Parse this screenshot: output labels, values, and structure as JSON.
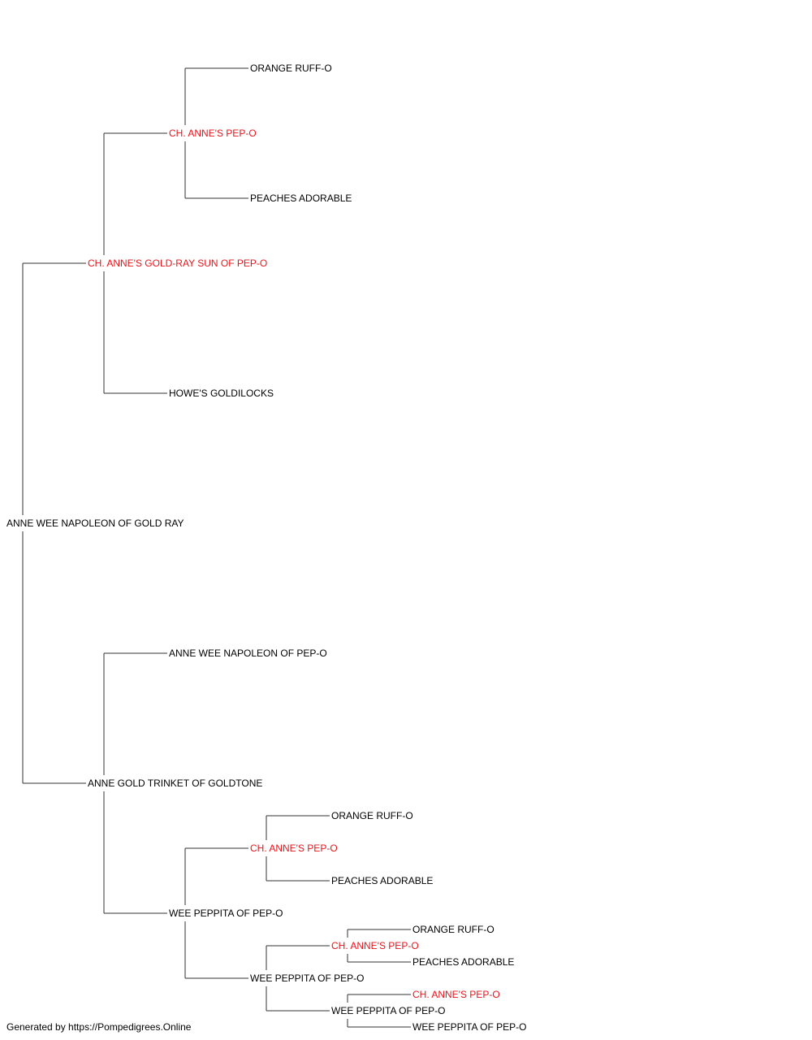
{
  "footer": "Generated by https://Pompedigrees.Online",
  "colors": {
    "champion": "#e8141b",
    "normal": "#000000",
    "line": "#333333"
  },
  "pedigree": {
    "name": "ANNE WEE NAPOLEON OF GOLD RAY",
    "champion": false,
    "sire": {
      "name": "CH. ANNE'S GOLD-RAY SUN OF PEP-O",
      "champion": true,
      "sire": {
        "name": "CH. ANNE'S PEP-O",
        "champion": true,
        "sire": {
          "name": "ORANGE RUFF-O",
          "champion": false
        },
        "dam": {
          "name": "PEACHES ADORABLE",
          "champion": false
        }
      },
      "dam": {
        "name": "HOWE'S GOLDILOCKS",
        "champion": false
      }
    },
    "dam": {
      "name": "ANNE GOLD TRINKET OF GOLDTONE",
      "champion": false,
      "sire": {
        "name": "ANNE WEE NAPOLEON OF PEP-O",
        "champion": false
      },
      "dam": {
        "name": "WEE PEPPITA OF PEP-O",
        "champion": false,
        "sire": {
          "name": "CH. ANNE'S PEP-O",
          "champion": true,
          "sire": {
            "name": "ORANGE RUFF-O",
            "champion": false
          },
          "dam": {
            "name": "PEACHES ADORABLE",
            "champion": false
          }
        },
        "dam": {
          "name": "WEE PEPPITA OF PEP-O",
          "champion": false,
          "sire": {
            "name": "CH. ANNE'S PEP-O",
            "champion": true,
            "sire": {
              "name": "ORANGE RUFF-O",
              "champion": false
            },
            "dam": {
              "name": "PEACHES ADORABLE",
              "champion": false
            }
          },
          "dam": {
            "name": "WEE PEPPITA OF PEP-O",
            "champion": false,
            "sire": {
              "name": "CH. ANNE'S PEP-O",
              "champion": true
            },
            "dam": {
              "name": "WEE PEPPITA OF PEP-O",
              "champion": false
            }
          }
        }
      }
    }
  }
}
